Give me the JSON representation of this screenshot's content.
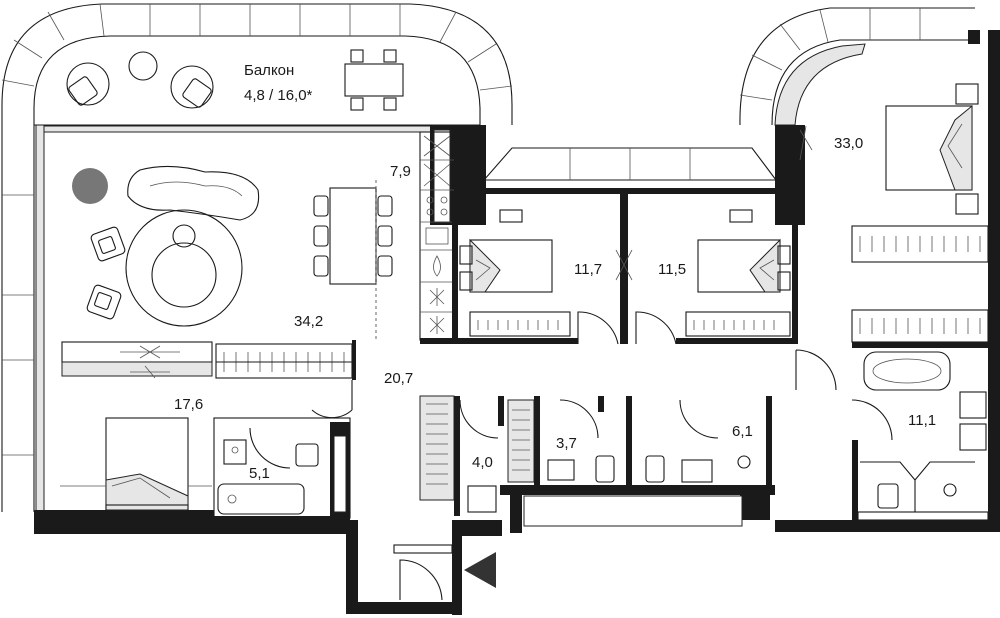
{
  "balcony": {
    "name": "Балкон",
    "area": "4,8 / 16,0*"
  },
  "rooms": {
    "living": "34,2",
    "kitchen": "7,9",
    "bedroom_left": "17,6",
    "bath_left": "5,1",
    "hall": "20,7",
    "bedroom_a": "11,7",
    "bedroom_b": "11,5",
    "master_bedroom": "33,0",
    "master_bath": "11,1",
    "closet": "4,0",
    "wc_a": "3,7",
    "wc_b": "6,1"
  },
  "colors": {
    "wall": "#1a1a1a",
    "line": "#222222",
    "fill_gray": "#e6e6e6",
    "accent_dot": "#777777"
  },
  "icons": [
    "entrance-arrow-icon",
    "bed-icon",
    "sofa-icon",
    "dining-table-icon",
    "bathtub-icon",
    "toilet-icon",
    "sink-icon"
  ]
}
